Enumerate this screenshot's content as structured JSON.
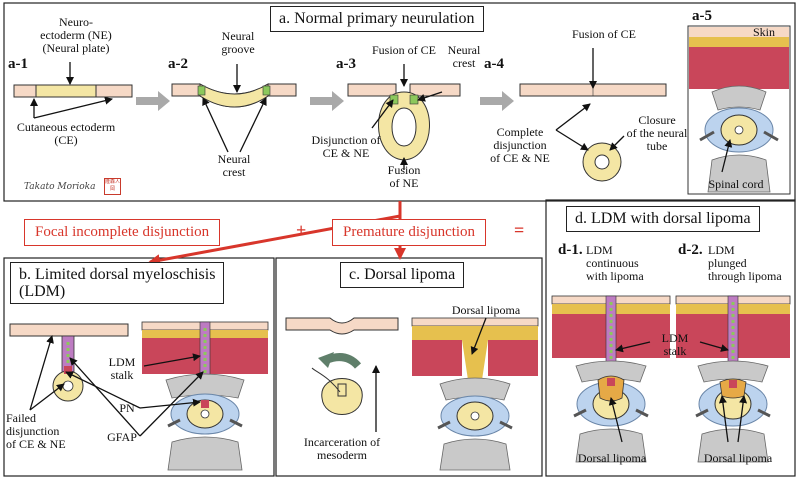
{
  "panel_a": {
    "title": "a. Normal primary neurulation",
    "steps": {
      "a1": "a-1",
      "a2": "a-2",
      "a3": "a-3",
      "a4": "a-4",
      "a5": "a-5"
    },
    "labels": {
      "neuroectoderm": "Neuro-\nectoderm (NE)\n(Neural plate)",
      "cutaneous": "Cutaneous ectoderm\n(CE)",
      "groove": "Neural\ngroove",
      "crest_a2": "Neural\ncrest",
      "fusion_ce_a3": "Fusion of CE",
      "crest_a3": "Neural\ncrest",
      "disjunction_a3": "Disjunction of\nCE & NE",
      "fusion_ne": "Fusion\nof NE",
      "fusion_ce_a4": "Fusion of CE",
      "complete_disjunction": "Complete\ndisjunction\nof CE & NE",
      "closure": "Closure\nof the neural\ntube",
      "skin": "Skin",
      "spinal_cord": "Spinal cord"
    },
    "signature": "Takato Morioka",
    "seal": "隆森人岡"
  },
  "connectors": {
    "focal": "Focal incomplete disjunction",
    "plus": "+",
    "premature": "Premature disjunction",
    "equals": "="
  },
  "panel_b": {
    "title": "b. Limited dorsal myeloschisis\n(LDM)",
    "labels": {
      "stalk": "LDM\nstalk",
      "pn": "PN",
      "gfap": "GFAP",
      "failed": "Failed\ndisjunction\nof CE & NE"
    }
  },
  "panel_c": {
    "title": "c. Dorsal lipoma",
    "labels": {
      "lipoma": "Dorsal lipoma",
      "incarceration": "Incarceration of\nmesoderm"
    }
  },
  "panel_d": {
    "title": "d. LDM with dorsal lipoma",
    "d1_label": "d-1.",
    "d1_text": "LDM\ncontinuous\nwith lipoma",
    "d2_label": "d-2.",
    "d2_text": "LDM\nplunged\nthrough lipoma",
    "stalk": "LDM\nstalk",
    "lipoma_1": "Dorsal lipoma",
    "lipoma_2": "Dorsal lipoma"
  },
  "colors": {
    "skin_fill": "#f6d9c6",
    "muscle": "#c9465a",
    "fat": "#e6c04e",
    "neural": "#f4e6a4",
    "crest": "#8cc85c",
    "dura": "#bcd3ee",
    "bone": "#c9c9c9",
    "red_accent": "#d8362b",
    "arrow_gray": "#a9a9a9"
  }
}
